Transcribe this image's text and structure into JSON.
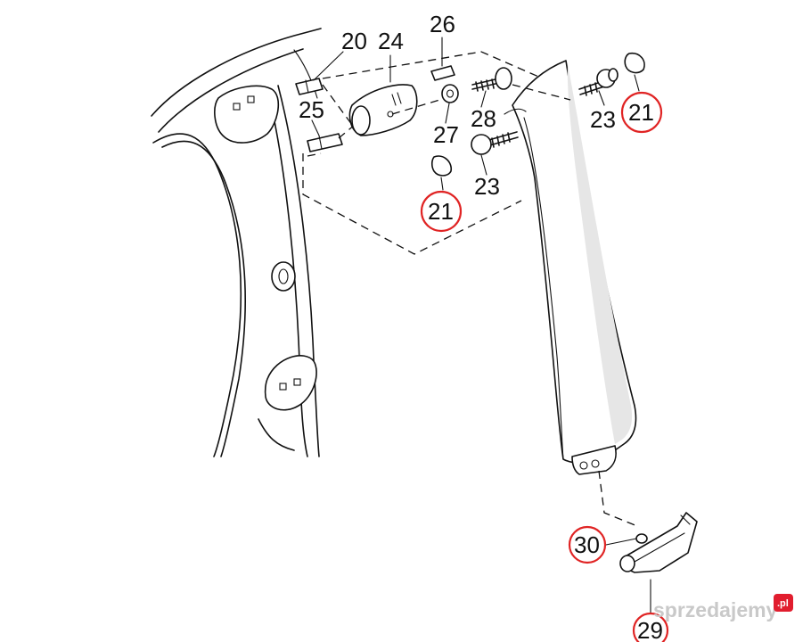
{
  "diagram": {
    "callouts": [
      {
        "id": "c20",
        "label": "20",
        "highlighted": false
      },
      {
        "id": "c24",
        "label": "24",
        "highlighted": false
      },
      {
        "id": "c26",
        "label": "26",
        "highlighted": false
      },
      {
        "id": "c25",
        "label": "25",
        "highlighted": false
      },
      {
        "id": "c27",
        "label": "27",
        "highlighted": false
      },
      {
        "id": "c28",
        "label": "28",
        "highlighted": false
      },
      {
        "id": "c23a",
        "label": "23",
        "highlighted": false
      },
      {
        "id": "c23b",
        "label": "23",
        "highlighted": false
      },
      {
        "id": "c21a",
        "label": "21",
        "highlighted": true
      },
      {
        "id": "c21b",
        "label": "21",
        "highlighted": true
      },
      {
        "id": "c30",
        "label": "30",
        "highlighted": true
      },
      {
        "id": "c29",
        "label": "29",
        "highlighted": true
      }
    ],
    "highlight_color": "#e02424"
  },
  "watermark": {
    "text": "sprzedajemy",
    "tld": ".pl",
    "badge_color": "#e11d2e"
  }
}
